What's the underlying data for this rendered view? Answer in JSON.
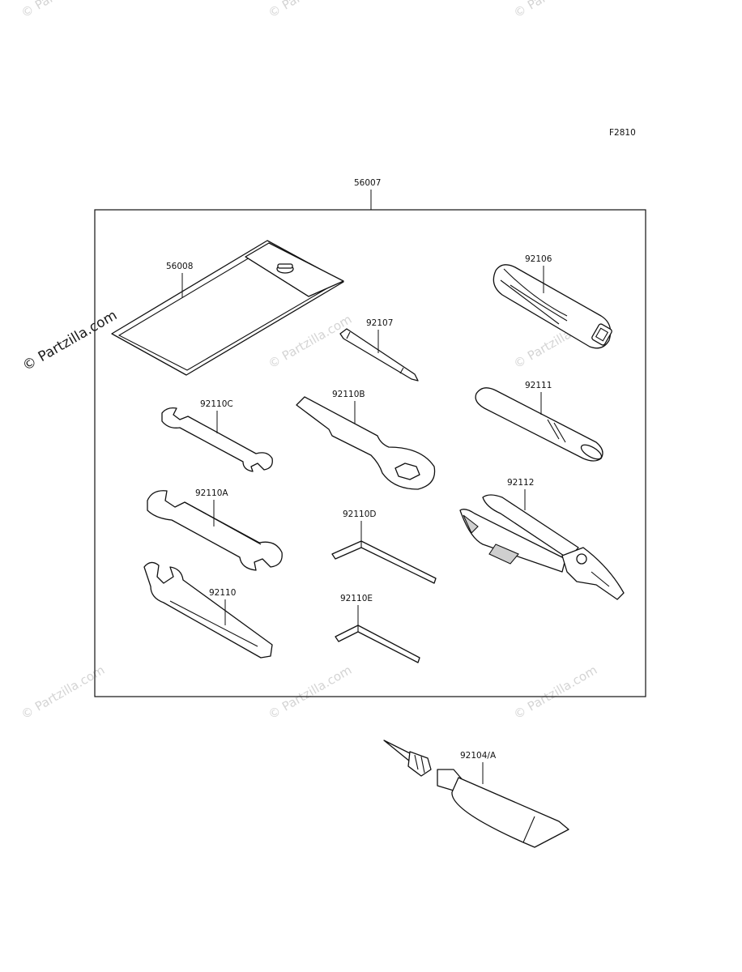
{
  "figure_code": "F2810",
  "kit_label": "56007",
  "watermark": "© Partzilla.com",
  "parts": {
    "p56008": "56008",
    "p92106": "92106",
    "p92107": "92107",
    "p92110C": "92110C",
    "p92110B": "92110B",
    "p92111": "92111",
    "p92110A": "92110A",
    "p92112": "92112",
    "p92110D": "92110D",
    "p92110": "92110",
    "p92110E": "92110E",
    "p92104A": "92104/A"
  },
  "colors": {
    "line": "#111111",
    "watermark": "#d4d4d4",
    "background": "#ffffff"
  }
}
